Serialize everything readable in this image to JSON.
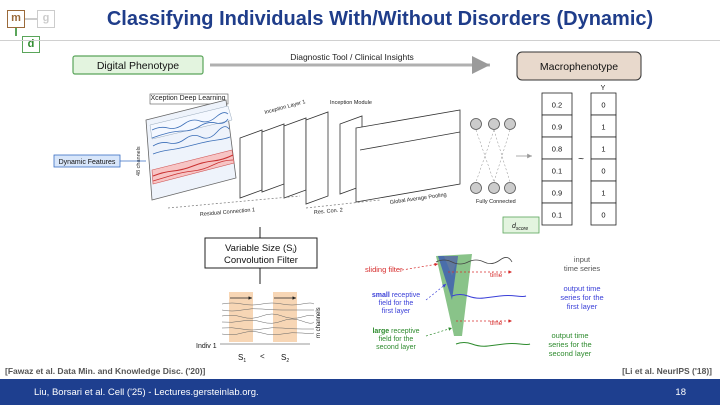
{
  "header": {
    "title": "Classifying Individuals With/Without Disorders (Dynamic)",
    "logo_m": "m",
    "logo_g": "g",
    "logo_d": "d"
  },
  "pipeline": {
    "digital_phenotype": "Digital Phenotype",
    "arrow_label": "Diagnostic Tool / Clinical Insights",
    "macrophenotype": "Macrophenotype"
  },
  "network": {
    "xception_label": "Xception Deep Learning",
    "channels_label": "48 channels",
    "dynamic_features": "Dynamic Features",
    "inception_layer": "Inception Layer 1",
    "inception_module": "Inception Module",
    "residual_connection": "Residual Connection 1",
    "res_con": "Res. Con. 2",
    "global_pooling": "Global Average Pooling",
    "fully_connected": "Fully Connected",
    "d_score": "d",
    "d_score_sub": "score"
  },
  "table": {
    "y_header": "Y",
    "tilde": "~",
    "scores": [
      "0.2",
      "0.9",
      "0.8",
      "0.1",
      "0.9",
      "0.1"
    ],
    "labels": [
      "0",
      "1",
      "1",
      "0",
      "1",
      "0"
    ]
  },
  "filter": {
    "line1": "Variable Size (S",
    "sub": "i",
    "line1_end": ")",
    "line2": "Convolution Filter",
    "indiv": "Indiv 1",
    "m_channels": "m channels",
    "s1": "S",
    "s1_sub": "1",
    "lt": "<",
    "s2": "S",
    "s2_sub": "2"
  },
  "receptive": {
    "sliding_filter": "sliding filter",
    "input_series_1": "input",
    "input_series_2": "time series",
    "time": "time",
    "small_1": "small",
    "small_2": " receptive",
    "small_3": "field for the",
    "small_4": "first layer",
    "out1_1": "output time",
    "out1_2": "series for the",
    "out1_3": "first layer",
    "large_1": "large",
    "large_2": " receptive",
    "large_3": "field for the",
    "large_4": "second layer",
    "out2_1": "output time",
    "out2_2": "series for the",
    "out2_3": "second layer"
  },
  "citations": {
    "left": "[Fawaz et al. Data Min. and Knowledge Disc. ('20)]",
    "right": "[Li et al. NeurIPS ('18)]"
  },
  "footer": {
    "credit": "Liu, Borsari et al. Cell ('25) - Lectures.gersteinlab.org.",
    "page": "18"
  },
  "colors": {
    "title": "#1f3d8a",
    "footer_bg": "#1e3f8f",
    "digital_fill": "#e3f4df",
    "digital_border": "#5aa55a",
    "macro_fill": "#e8d9cc",
    "sliding_red": "#d62c2c",
    "small_blue": "#3a3fd8",
    "large_green": "#2e8b2e",
    "filter_peach": "#f6cfa8"
  }
}
